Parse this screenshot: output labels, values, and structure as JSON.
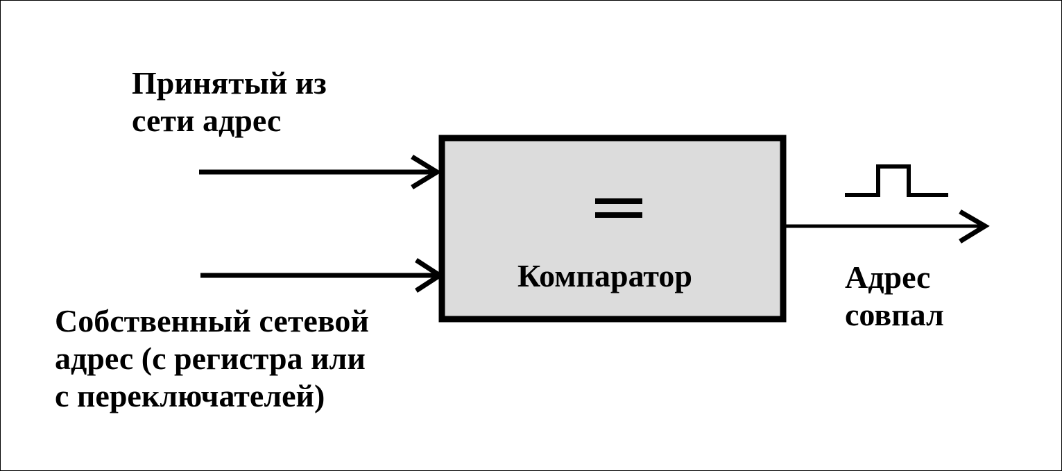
{
  "diagram": {
    "input_top_label": [
      "Принятый из",
      "сети адрес"
    ],
    "input_bottom_label": [
      "Собственный сетевой",
      "адрес (с регистра или",
      "с переключателей)"
    ],
    "comparator": {
      "symbol": "=",
      "label": "Компаратор",
      "fill_color": "#dcdcdc",
      "stroke_color": "#000000"
    },
    "output_label": [
      "Адрес",
      "совпал"
    ],
    "line_color": "#000000",
    "background": "#ffffff"
  }
}
